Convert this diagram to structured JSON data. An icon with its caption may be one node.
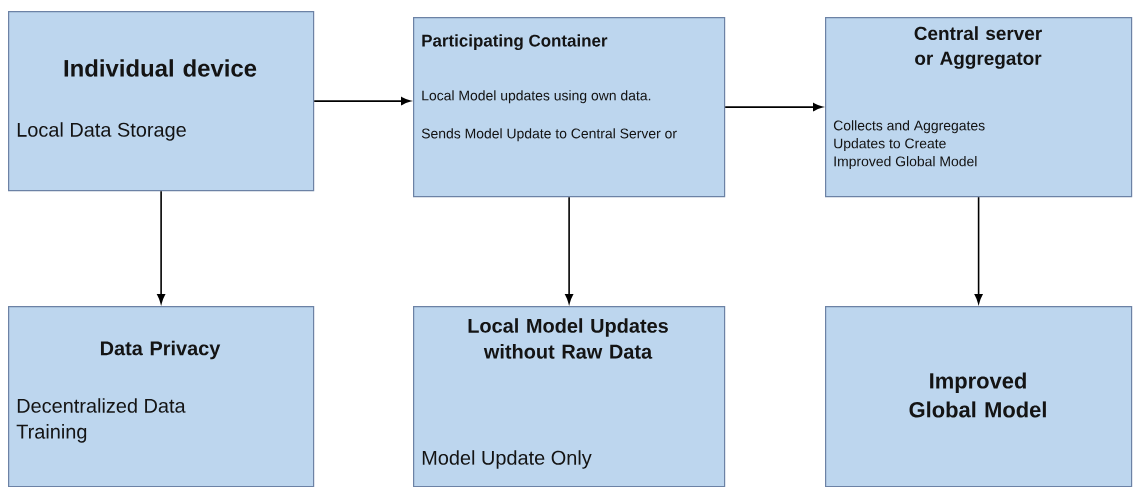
{
  "diagram": {
    "nodes": [
      {
        "text": [
          "Individual device",
          "Local Data Storage"
        ]
      },
      {
        "text": [
          "Participating Container",
          "Local Model updates using own data.",
          "Sends Model Update to Central Server or"
        ]
      },
      {
        "text": [
          "Central server or Aggregator",
          "Collects and Aggregates Updates to Create Improved Global Model"
        ]
      },
      {
        "text": [
          "Data Privacy",
          "Decentralized Data Training"
        ]
      },
      {
        "text": [
          "Local Model Updates without Raw Data",
          "Model Update Only"
        ]
      },
      {
        "text": [
          "Improved Global Model"
        ]
      }
    ],
    "edges": [
      {
        "from": 0,
        "to": 1,
        "arrow": "to"
      },
      {
        "from": 1,
        "to": 2,
        "arrow": "to"
      },
      {
        "from": 0,
        "to": 3,
        "arrow": "to"
      },
      {
        "from": 1,
        "to": 4,
        "arrow": "to"
      },
      {
        "from": 2,
        "to": 5,
        "arrow": "to"
      }
    ]
  }
}
